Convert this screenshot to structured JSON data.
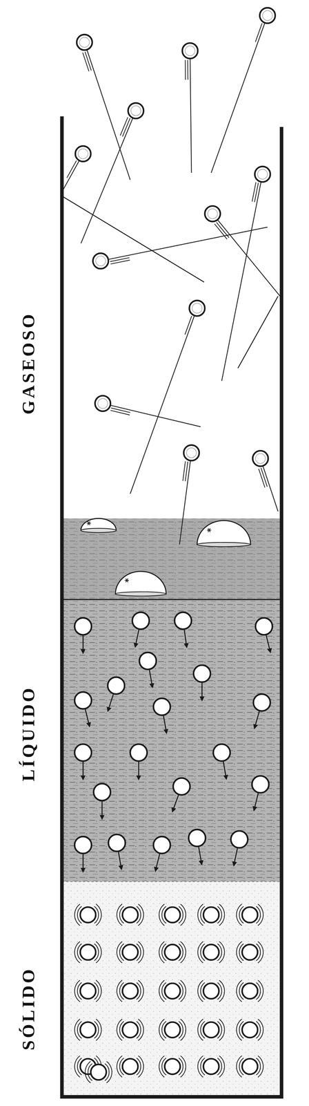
{
  "diagram": {
    "labels": [
      "GASEOSO",
      "LÍQUIDO",
      "SÓLIDO"
    ]
  }
}
